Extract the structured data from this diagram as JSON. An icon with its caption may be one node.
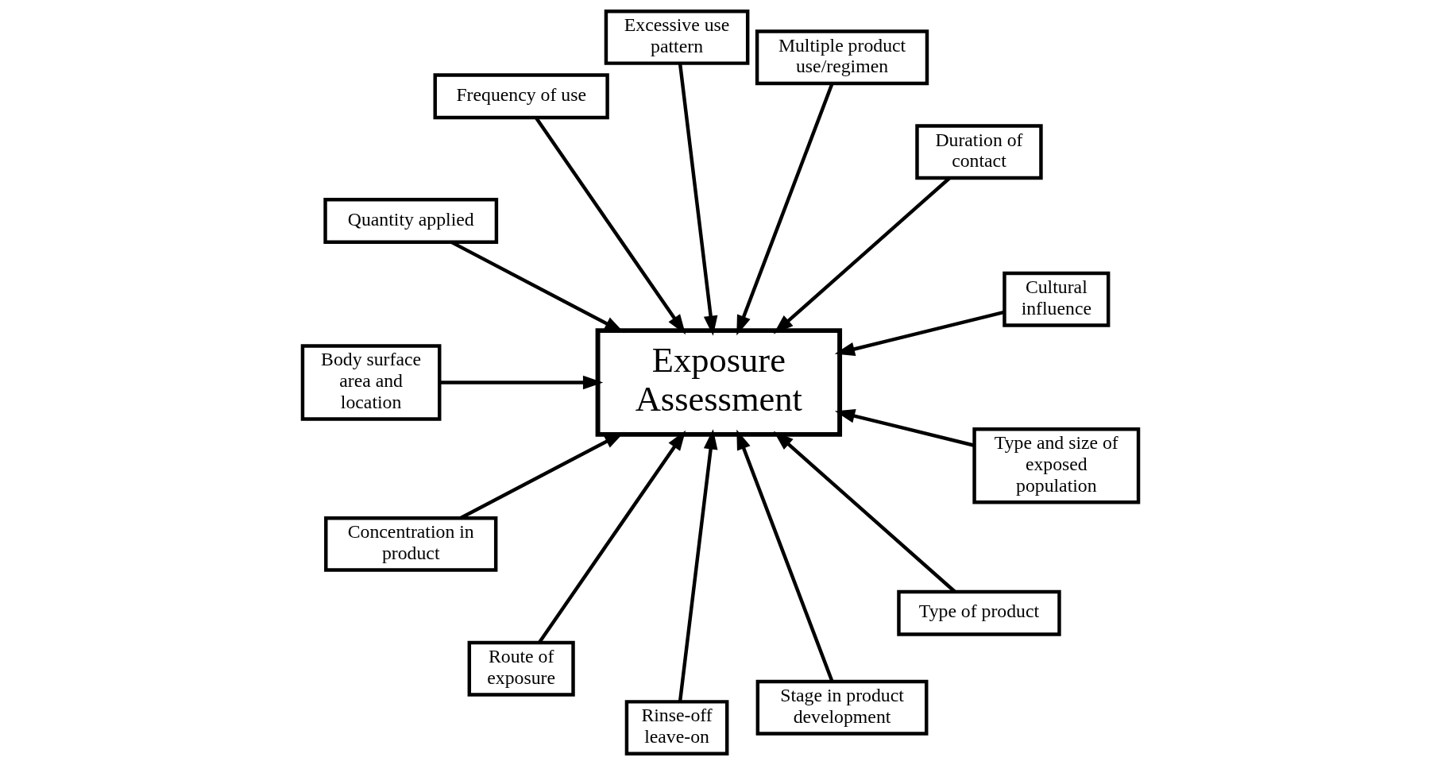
{
  "diagram": {
    "nodes": [
      {
        "text": [
          "Exposure Assessment"
        ]
      },
      {
        "text": [
          "Cultural influence"
        ]
      },
      {
        "text": [
          "Duration of contact"
        ]
      },
      {
        "text": [
          "Multiple product use/regimen"
        ]
      },
      {
        "text": [
          "Excessive use pattern"
        ]
      },
      {
        "text": [
          "Frequency of use"
        ]
      },
      {
        "text": [
          "Quantity applied"
        ]
      },
      {
        "text": [
          "Body surface area and location"
        ]
      },
      {
        "text": [
          "Concentration in product"
        ]
      },
      {
        "text": [
          "Route of exposure"
        ]
      },
      {
        "text": [
          "Rinse-off leave-on"
        ]
      },
      {
        "text": [
          "Stage in product development"
        ]
      },
      {
        "text": [
          "Type of product"
        ]
      },
      {
        "text": [
          "Type and size of exposed population"
        ]
      }
    ],
    "edges": [
      {
        "from": 1,
        "to": 0,
        "arrow": "to"
      },
      {
        "from": 3,
        "to": 0,
        "arrow": "to"
      },
      {
        "from": 5,
        "to": 0,
        "arrow": "to"
      },
      {
        "from": 7,
        "to": 0,
        "arrow": "to"
      },
      {
        "from": 9,
        "to": 0,
        "arrow": "to"
      },
      {
        "from": 11,
        "to": 0,
        "arrow": "to"
      },
      {
        "from": 13,
        "to": 0,
        "arrow": "to"
      },
      {
        "from": 12,
        "to": 0,
        "arrow": "to"
      },
      {
        "from": 10,
        "to": 0,
        "arrow": "to"
      },
      {
        "from": 8,
        "to": 0,
        "arrow": "to"
      },
      {
        "from": 6,
        "to": 0,
        "arrow": "to"
      },
      {
        "from": 4,
        "to": 0,
        "arrow": "to"
      },
      {
        "from": 2,
        "to": 0,
        "arrow": "to"
      }
    ]
  }
}
